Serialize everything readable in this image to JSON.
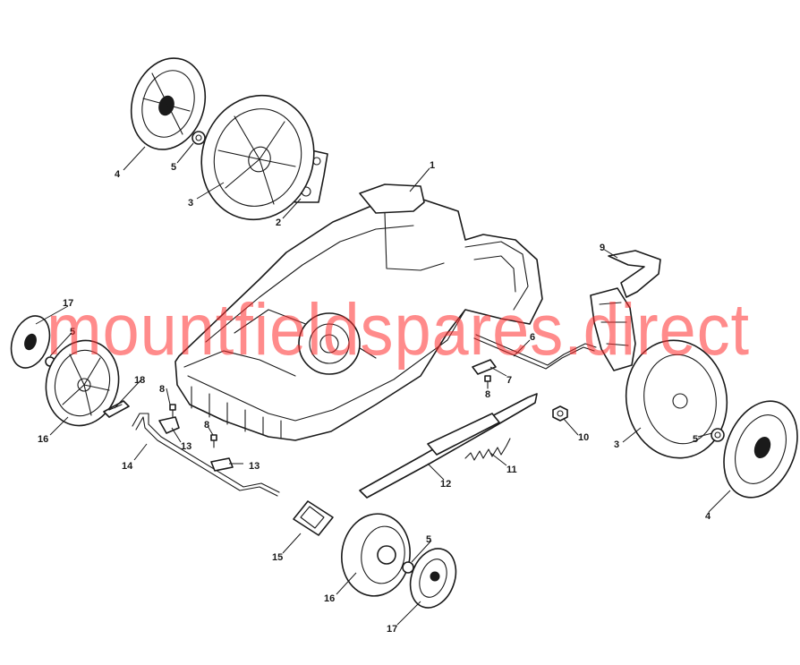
{
  "diagram": {
    "watermark": "mountfieldspares.direct",
    "callouts": [
      {
        "id": "c1",
        "text": "1"
      },
      {
        "id": "c2",
        "text": "2"
      },
      {
        "id": "c3a",
        "text": "3"
      },
      {
        "id": "c3b",
        "text": "3"
      },
      {
        "id": "c4a",
        "text": "4"
      },
      {
        "id": "c4b",
        "text": "4"
      },
      {
        "id": "c5a",
        "text": "5"
      },
      {
        "id": "c5b",
        "text": "5"
      },
      {
        "id": "c5c",
        "text": "5"
      },
      {
        "id": "c5d",
        "text": "5"
      },
      {
        "id": "c6",
        "text": "6"
      },
      {
        "id": "c7",
        "text": "7"
      },
      {
        "id": "c8a",
        "text": "8"
      },
      {
        "id": "c8b",
        "text": "8"
      },
      {
        "id": "c8c",
        "text": "8"
      },
      {
        "id": "c9",
        "text": "9"
      },
      {
        "id": "c10",
        "text": "10"
      },
      {
        "id": "c11",
        "text": "11"
      },
      {
        "id": "c12",
        "text": "12"
      },
      {
        "id": "c13a",
        "text": "13"
      },
      {
        "id": "c13b",
        "text": "13"
      },
      {
        "id": "c14",
        "text": "14"
      },
      {
        "id": "c15",
        "text": "15"
      },
      {
        "id": "c16a",
        "text": "16"
      },
      {
        "id": "c16b",
        "text": "16"
      },
      {
        "id": "c17a",
        "text": "17"
      },
      {
        "id": "c17b",
        "text": "17"
      },
      {
        "id": "c18",
        "text": "18"
      }
    ]
  }
}
